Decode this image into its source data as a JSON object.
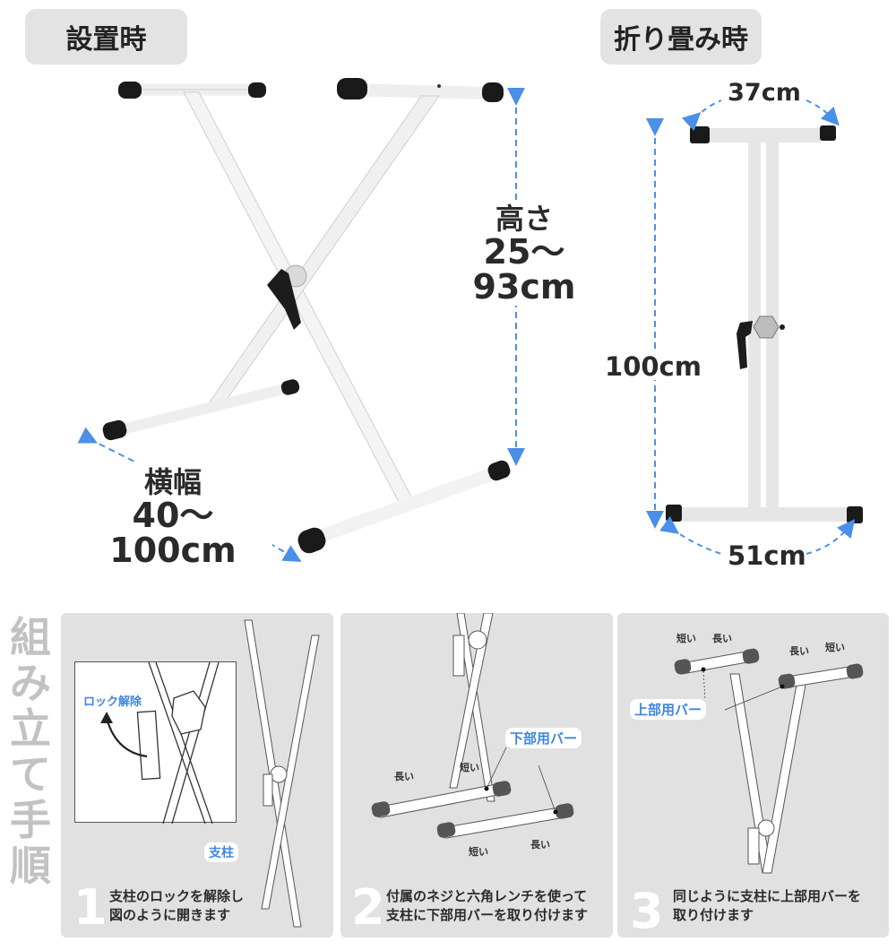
{
  "header": {
    "installed_label": "設置時",
    "folded_label": "折り畳み時"
  },
  "installed": {
    "width_label": "横幅",
    "width_value": "40〜100cm",
    "height_label": "高さ",
    "height_value": "25〜93cm"
  },
  "folded": {
    "top_width": "37cm",
    "height": "100cm",
    "bottom_width": "51cm"
  },
  "assembly": {
    "title_chars": [
      "組",
      "み",
      "立",
      "て",
      "手",
      "順"
    ],
    "steps": [
      {
        "number": "1",
        "line1": "支柱のロックを解除し",
        "line2": "図のように開きます",
        "callout_lock": "ロック解除",
        "callout_post": "支柱"
      },
      {
        "number": "2",
        "line1": "付属のネジと六角レンチを使って",
        "line2": "支柱に下部用バーを取り付けます",
        "callout_bar": "下部用バー",
        "labels": {
          "long": "長い",
          "short": "短い"
        }
      },
      {
        "number": "3",
        "line1": "同じように支柱に上部用バーを",
        "line2": "取り付けます",
        "callout_bar": "上部用バー",
        "labels": {
          "long": "長い",
          "short": "短い"
        }
      }
    ]
  },
  "colors": {
    "accent_blue": "#3e86e0",
    "tag_bg": "#e3e3e3",
    "panel_bg": "#e1e1e1",
    "title_gray": "#c2c2c2",
    "text_dark": "#222222"
  }
}
